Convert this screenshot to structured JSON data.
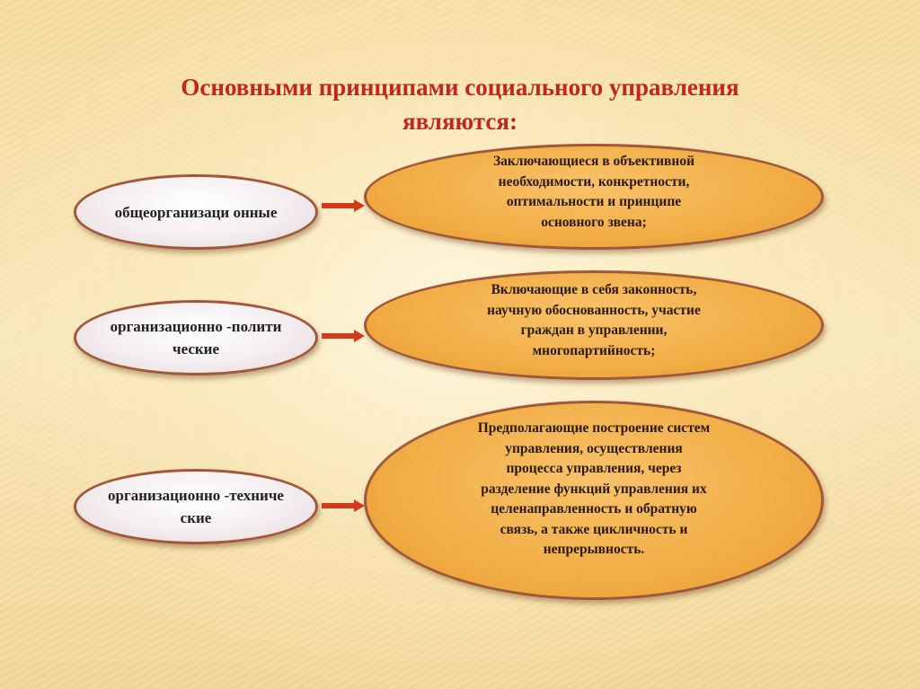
{
  "title": {
    "line1": "Основными принципами социального управления",
    "line2": "являются:"
  },
  "principles": [
    {
      "name": "общеорганизаци онные",
      "description": [
        "Заключающиеся в объективной",
        "необходимости, конкретности,",
        "оптимальности и принципе",
        "основного звена;"
      ]
    },
    {
      "name": "организационно -политические",
      "description": [
        "Включающие в себя законность,",
        "научную обоснованность, участие",
        "граждан в управлении,",
        "многопартийность;"
      ]
    },
    {
      "name": "организационно -технические",
      "description": [
        "Предполагающие построение систем",
        "управления, осуществления",
        "процесса управления, через",
        "разделение функций управления их",
        "целенаправленность и обратную",
        "связь, а также цикличность и",
        "непрерывность."
      ]
    }
  ],
  "colors": {
    "title": "#c0281e",
    "left_fill": "#f4eef0",
    "right_fill": "#f2ad45",
    "border": "#a0573a",
    "arrow": "#d33a1a"
  }
}
